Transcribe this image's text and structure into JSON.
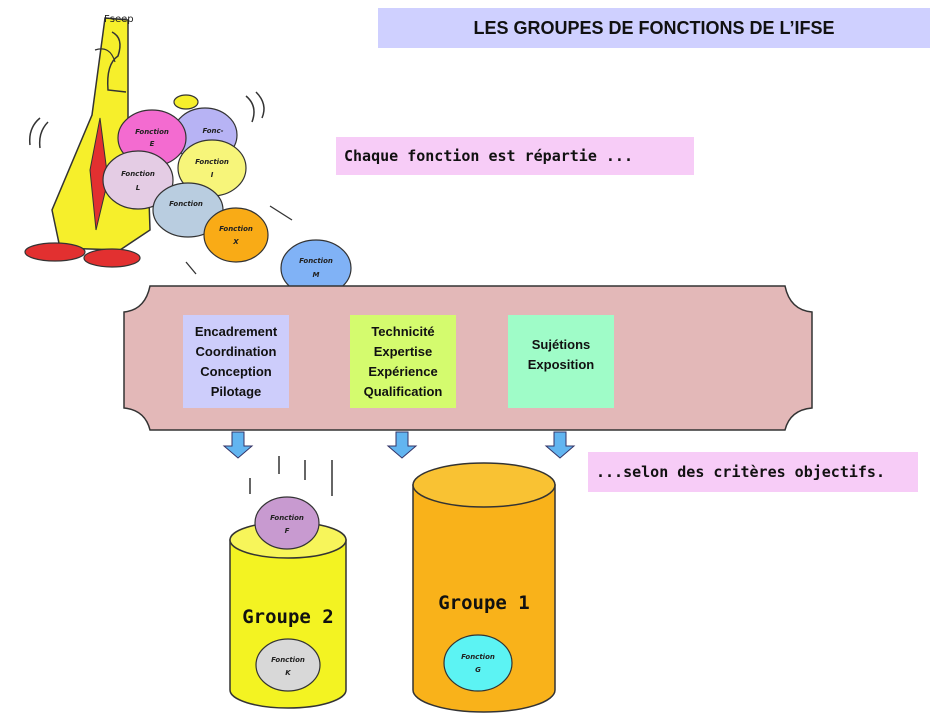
{
  "title": "LES GROUPES DE FONCTIONS DE L’IFSE",
  "callout_top": "Chaque fonction est répartie ...",
  "callout_bottom": "...selon des critères objectifs.",
  "mascot_label": "Fseep",
  "criteria": [
    {
      "lines": [
        "Encadrement",
        "Coordination",
        "Conception",
        "Pilotage"
      ],
      "color": "#cdcdfb"
    },
    {
      "lines": [
        "Technicité",
        "Expertise",
        "Expérience",
        "Qualification"
      ],
      "color": "#d4fb6e"
    },
    {
      "lines": [
        "Sujétions",
        "Exposition"
      ],
      "color": "#9ffcc8"
    }
  ],
  "groups": [
    {
      "label": "Groupe 2",
      "color": "#f3f322",
      "ball": {
        "word": "Fonction",
        "letter": "K",
        "color": "#d8d8d8"
      },
      "top_ball": {
        "word": "Fonction",
        "letter": "F",
        "color": "#c89ad0"
      }
    },
    {
      "label": "Groupe 1",
      "color": "#f9b21a",
      "ball": {
        "word": "Fonction",
        "letter": "G",
        "color": "#5cf3f3"
      }
    }
  ],
  "balls": [
    {
      "word": "Fonction",
      "letter": "E",
      "color": "#f36bd0"
    },
    {
      "word": "Fonc-",
      "letter": "",
      "color": "#b7b3f4"
    },
    {
      "word": "Fonction",
      "letter": "I",
      "color": "#f7f57a"
    },
    {
      "word": "Fonction",
      "letter": "L",
      "color": "#e4cce4"
    },
    {
      "word": "Fonction",
      "letter": "",
      "color": "#b9cde0"
    },
    {
      "word": "Fonction",
      "letter": "X",
      "color": "#f9ab16"
    },
    {
      "word": "Fonction",
      "letter": "M",
      "color": "#80b2f6"
    }
  ],
  "colors": {
    "panel": "#e3b8b8",
    "arrow": "#62b5f0"
  }
}
